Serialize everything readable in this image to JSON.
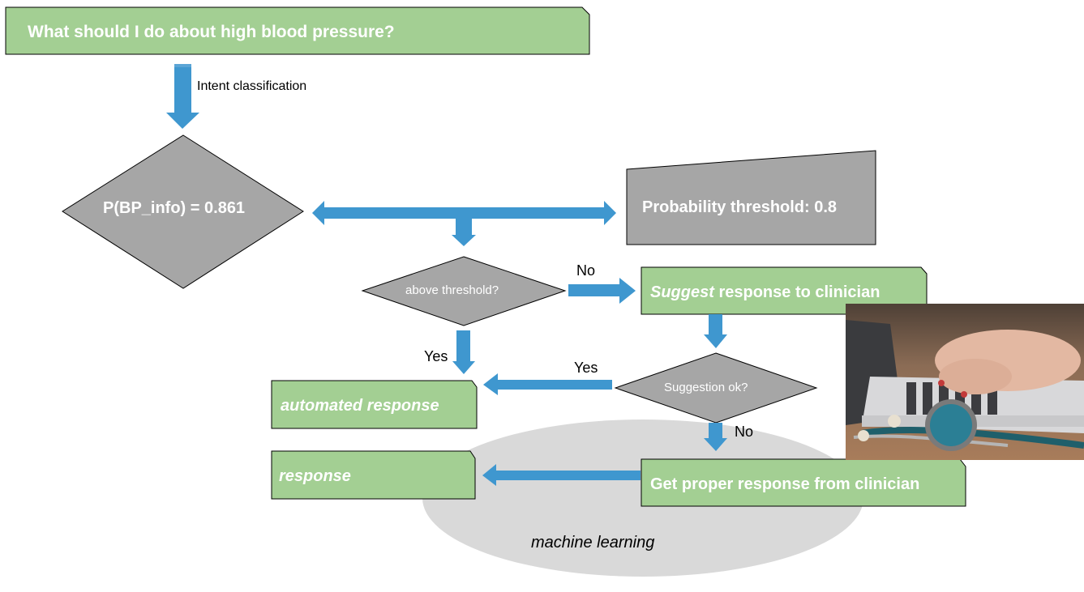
{
  "colors": {
    "green_box": "#a3cf93",
    "gray_shape": "#a6a6a6",
    "arrow_blue": "#3f97cf",
    "ellipse_gray": "#d9d9d9",
    "border": "#000000",
    "text_light": "#ffffff",
    "text_dark": "#000000"
  },
  "nodes": {
    "question": {
      "text": "What should I do about high blood pressure?"
    },
    "probability": {
      "text": "P(BP_info) = 0.861"
    },
    "threshold": {
      "text": "Probability threshold: 0.8"
    },
    "above_threshold": {
      "text": "above threshold?"
    },
    "suggest": {
      "emphasis": "Suggest",
      "text": " response to clinician"
    },
    "suggestion_ok": {
      "text": "Suggestion ok?"
    },
    "automated_response": {
      "text": "automated response"
    },
    "response": {
      "text": "response"
    },
    "proper_response": {
      "text": "Get proper response from clinician"
    },
    "machine_learning": {
      "text": "machine learning"
    }
  },
  "edges": {
    "intent": {
      "label": "Intent classification"
    },
    "threshold_no": {
      "label": "No"
    },
    "threshold_yes": {
      "label": "Yes"
    },
    "suggestion_yes": {
      "label": "Yes"
    },
    "suggestion_no": {
      "label": "No"
    }
  },
  "image": {
    "subject": "clinician-typing-on-laptop-with-stethoscope"
  }
}
